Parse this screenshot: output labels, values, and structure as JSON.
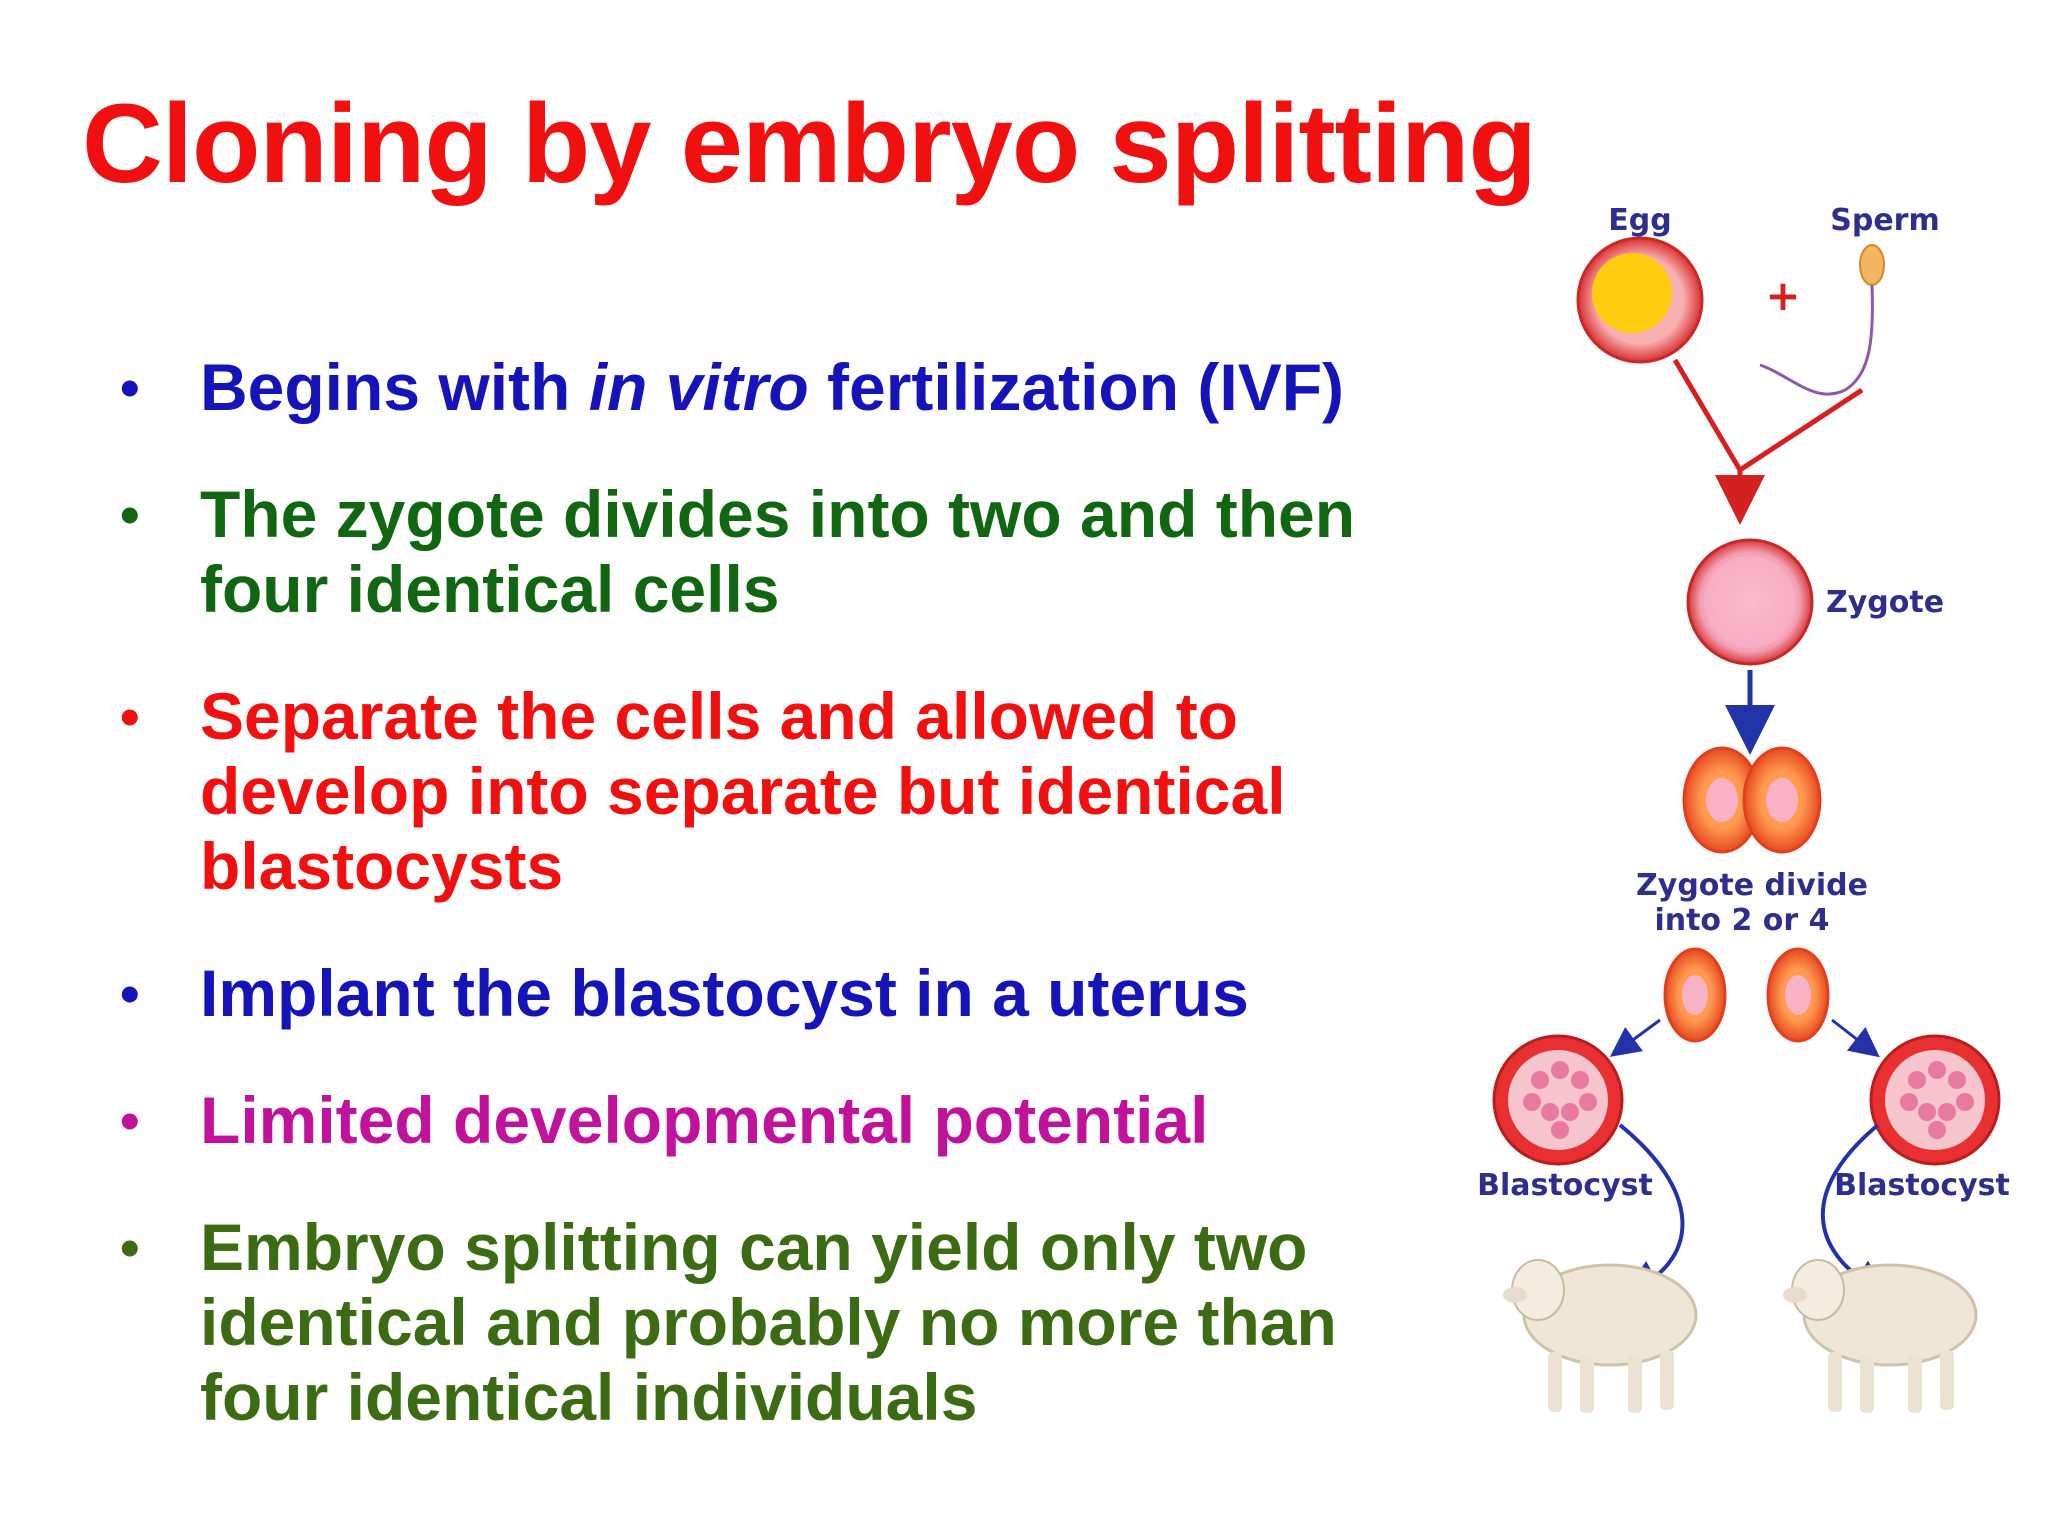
{
  "slide": {
    "title": "Cloning by embryo splitting",
    "bullet_glyph": "•",
    "bullets": [
      {
        "pre": "Begins with ",
        "em": "in vitro",
        "post": " fertilization (IVF)",
        "color": "#1414b8"
      },
      {
        "text": "The zygote divides into two and then four identical cells",
        "color": "#116611"
      },
      {
        "text": "Separate the cells and allowed to develop into separate but identical blastocysts",
        "color": "#f01010"
      },
      {
        "text": "Implant the blastocyst in a uterus",
        "color": "#1414b8"
      },
      {
        "text": "Limited developmental potential",
        "color": "#c0129a"
      },
      {
        "text": "Embryo splitting can yield only two identical and probably no more than four identical individuals",
        "color": "#3b6b12"
      }
    ]
  },
  "diagram": {
    "labels": {
      "egg": "Egg",
      "sperm": "Sperm",
      "plus": "+",
      "zygote": "Zygote",
      "divide_line1": "Zygote divide",
      "divide_line2": "into 2 or 4",
      "blastocyst_left": "Blastocyst",
      "blastocyst_right": "Blastocyst"
    },
    "icons": [
      "egg-cell-icon",
      "sperm-icon",
      "zygote-icon",
      "two-cell-embryo-icon",
      "single-cell-icon",
      "blastocyst-icon",
      "sheep-icon"
    ],
    "colors": {
      "title": "#f01010",
      "arrow_red": "#d42020",
      "arrow_blue": "#2233aa",
      "label": "#2e2e8c",
      "cell_ring": "#e03030",
      "cell_fill": "#f6a0a0",
      "egg_yolk": "#ffcc10",
      "embryo_orange": "#ff8040"
    }
  }
}
